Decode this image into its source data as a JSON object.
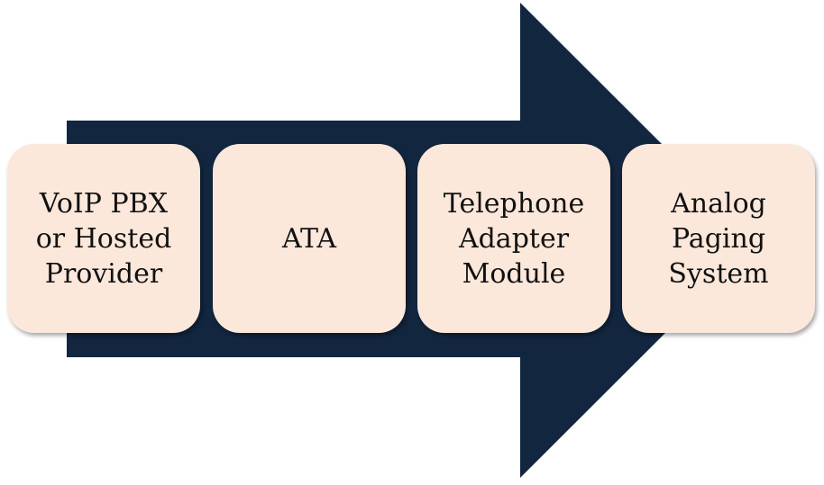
{
  "diagram": {
    "arrow_color": "#12263f",
    "box_color": "#fce8db",
    "steps": [
      {
        "label": "VoIP PBX\nor Hosted\nProvider"
      },
      {
        "label": "ATA"
      },
      {
        "label": "Telephone\nAdapter\nModule"
      },
      {
        "label": "Analog\nPaging\nSystem"
      }
    ]
  }
}
